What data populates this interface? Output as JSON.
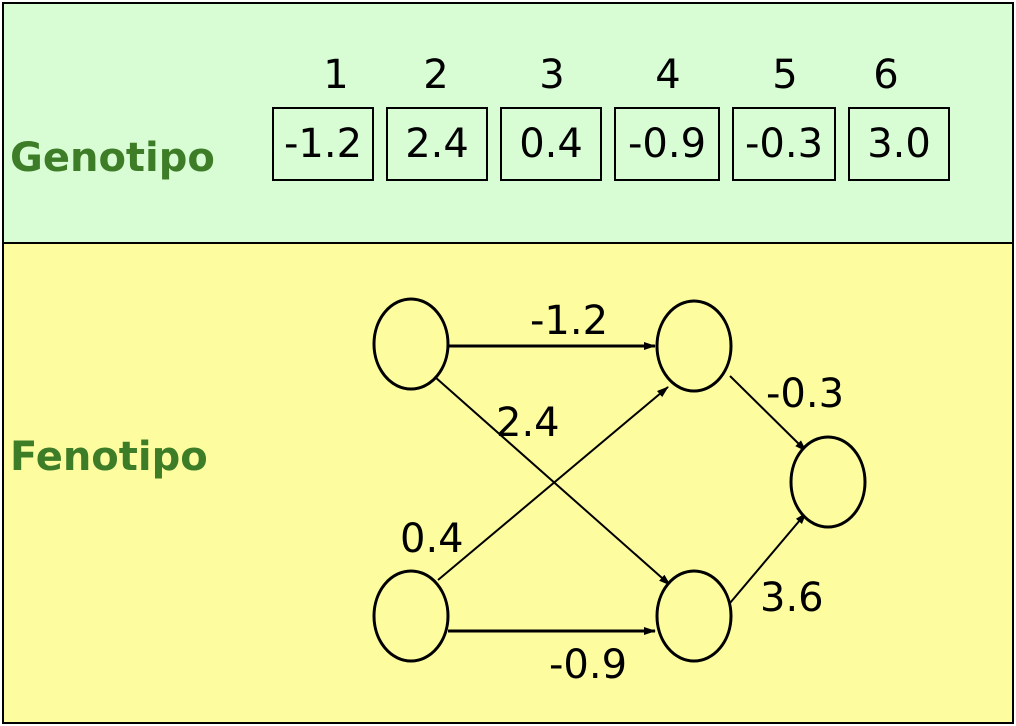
{
  "genotype": {
    "title": "Genotipo",
    "genes": [
      {
        "index": "1",
        "value": "-1.2"
      },
      {
        "index": "2",
        "value": "2.4"
      },
      {
        "index": "3",
        "value": "0.4"
      },
      {
        "index": "4",
        "value": "-0.9"
      },
      {
        "index": "5",
        "value": "-0.3"
      },
      {
        "index": "6",
        "value": "3.0"
      }
    ]
  },
  "phenotype": {
    "title": "Fenotipo",
    "edges": [
      {
        "from": "input-1",
        "to": "hidden-1",
        "weight": "-1.2"
      },
      {
        "from": "input-1",
        "to": "hidden-2",
        "weight": "2.4"
      },
      {
        "from": "input-2",
        "to": "hidden-1",
        "weight": "0.4"
      },
      {
        "from": "input-2",
        "to": "hidden-2",
        "weight": "-0.9"
      },
      {
        "from": "hidden-1",
        "to": "output",
        "weight": "-0.3"
      },
      {
        "from": "hidden-2",
        "to": "output",
        "weight": "3.6"
      }
    ]
  },
  "colors": {
    "genotype_bg": "#d8fdd4",
    "phenotype_bg": "#fdfda0",
    "title": "#3e7d27"
  }
}
